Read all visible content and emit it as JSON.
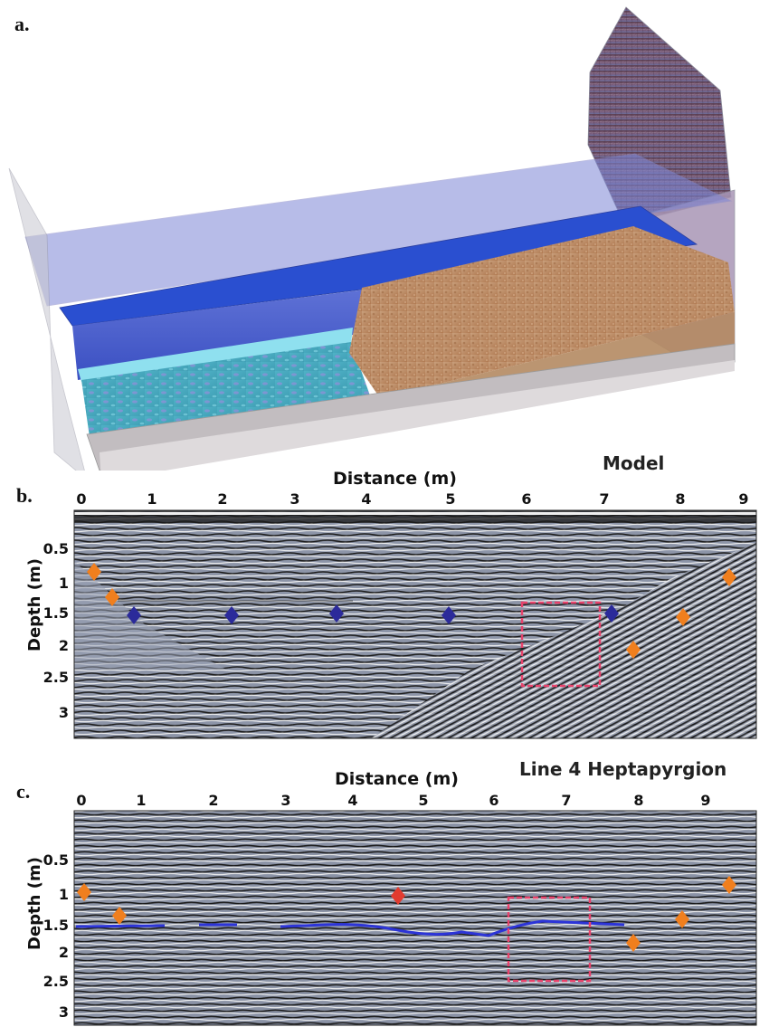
{
  "figure": {
    "panel_a": {
      "letter": "a.",
      "caption": "Model"
    },
    "panel_b": {
      "letter": "b.",
      "xlabel": "Distance (m)",
      "ylabel": "Depth (m)",
      "xticks": [
        "0",
        "1",
        "2",
        "3",
        "4",
        "5",
        "6",
        "7",
        "8",
        "9"
      ],
      "yticks": [
        "0.5",
        "1",
        "1.5",
        "2",
        "2.5",
        "3"
      ]
    },
    "panel_c": {
      "letter": "c.",
      "title": "Line 4 Heptapyrgion",
      "xlabel": "Distance (m)",
      "ylabel": "Depth (m)",
      "xticks": [
        "0",
        "1",
        "2",
        "3",
        "4",
        "5",
        "6",
        "7",
        "8",
        "9"
      ],
      "yticks": [
        "0.5",
        "1",
        "1.5",
        "2",
        "2.5",
        "3"
      ]
    }
  },
  "colors": {
    "orange_marker": "#f07f1e",
    "blue_marker": "#2b2a9a",
    "red_marker": "#e23b2f",
    "dashed_box": "#e8426b",
    "blue_reflector": "#2c34d8",
    "radar_bg": "#8b93a6",
    "water_blue": "#3f5fd0",
    "sand": "#c49368"
  }
}
